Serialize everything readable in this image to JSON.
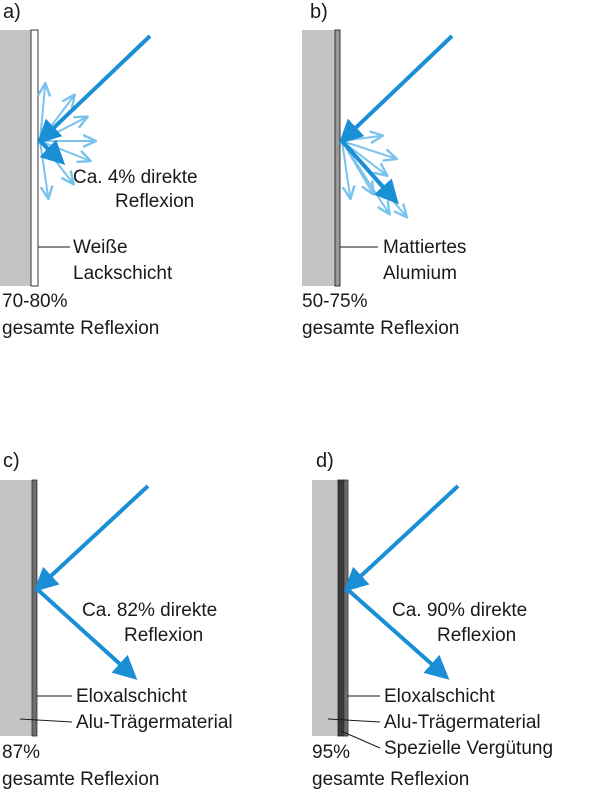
{
  "colors": {
    "incident_ray": "#1b8fd6",
    "diffuse_ray": "#79c3ec",
    "substrate": "#c4c4c4",
    "white_coating": "#ffffff",
    "matte_aluminium": "#9a9a9a",
    "anodized_layer": "#6e6e6e",
    "special_coating": "#3a3a3a",
    "text": "#1a1a1a"
  },
  "panels": [
    {
      "letter": "a)",
      "reflection_text": [
        "Ca. 4% direkte",
        "Reflexion"
      ],
      "layer_labels": [
        "Weiße",
        "Lackschicht"
      ],
      "total_value": "70-80%",
      "total_label": "gesamte Reflexion"
    },
    {
      "letter": "b)",
      "layer_labels": [
        "Mattiertes",
        "Alumium"
      ],
      "total_value": "50-75%",
      "total_label": "gesamte Reflexion"
    },
    {
      "letter": "c)",
      "reflection_text": [
        "Ca. 82% direkte",
        "Reflexion"
      ],
      "layer_labels": [
        "Eloxalschicht",
        "Alu-Trägermaterial"
      ],
      "total_value": "87%",
      "total_label": "gesamte Reflexion"
    },
    {
      "letter": "d)",
      "reflection_text": [
        "Ca. 90% direkte",
        "Reflexion"
      ],
      "layer_labels": [
        "Eloxalschicht",
        "Alu-Trägermaterial",
        "Spezielle Vergütung"
      ],
      "total_value": "95%",
      "total_label": "gesamte Reflexion"
    }
  ]
}
